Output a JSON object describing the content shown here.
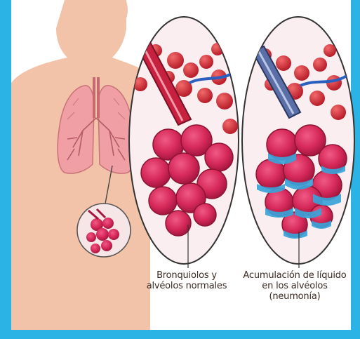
{
  "captions": {
    "normal": {
      "line1": "Bronquiolos y",
      "line2": "alvéolos normales"
    },
    "pneumonia": {
      "line1": "Acumulación de líquido",
      "line2": "en los alvéolos",
      "line3": "(neumonía)"
    }
  },
  "colors": {
    "frame": "#2bb3e6",
    "skin": "#f2c3a8",
    "lung": "#f0a0a4",
    "alveolus": "#d6295a",
    "fluid": "#3aa3d8",
    "vessel": "#2a5fc0"
  }
}
